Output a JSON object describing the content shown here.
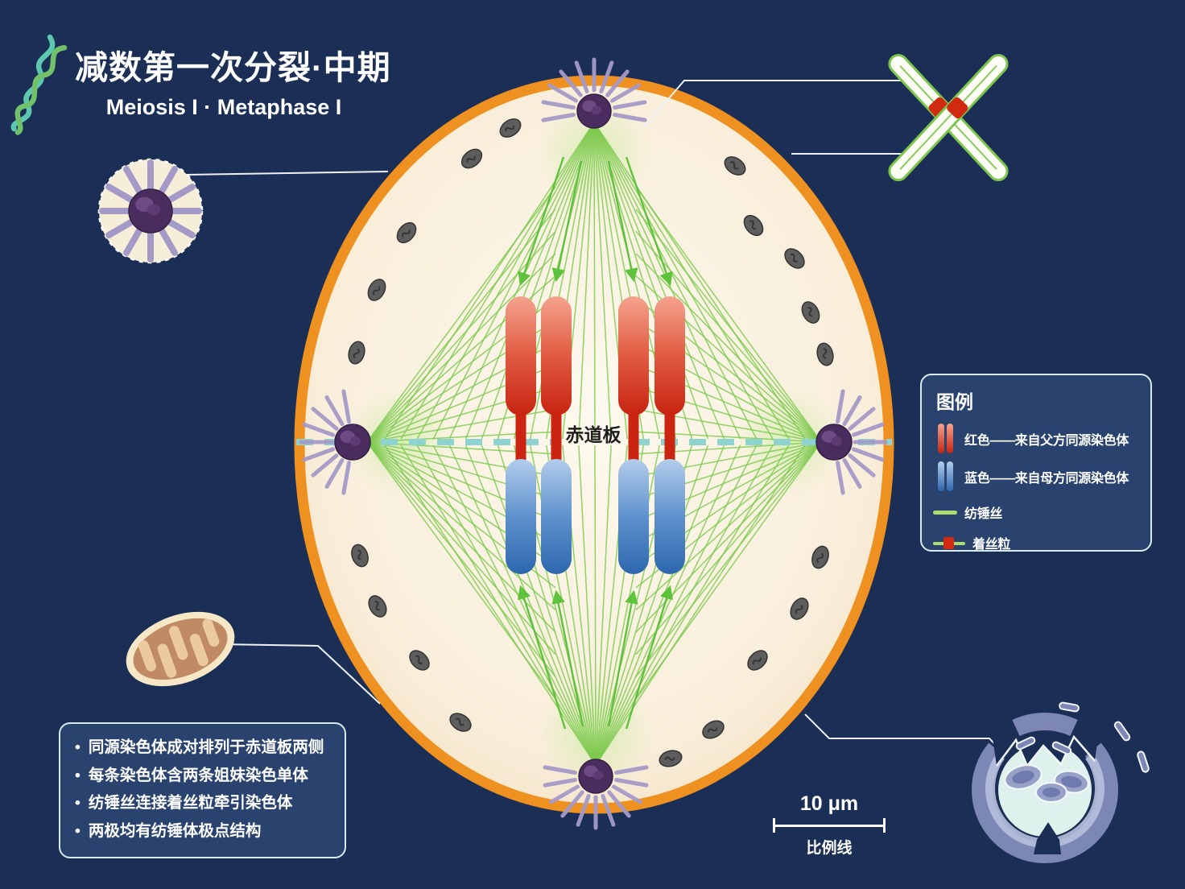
{
  "title": {
    "zh": "减数第一次分裂·中期",
    "en": "Meiosis I · Metaphase I"
  },
  "cell": {
    "equatorial_plate_label": "赤道板"
  },
  "legend": {
    "title": "图例",
    "items": [
      {
        "name": "paternal-chromosome",
        "label": "红色——来自父方同源染色体",
        "color": "#c72310"
      },
      {
        "name": "maternal-chromosome",
        "label": "蓝色——来自母方同源染色体",
        "color": "#2d67ae"
      },
      {
        "name": "spindle-fiber",
        "label": "纺锤丝",
        "color": "#abdc6e"
      },
      {
        "name": "centromere",
        "label": "着丝粒",
        "color": "#d22a10"
      }
    ]
  },
  "notes": {
    "items": [
      "同源染色体成对排列于赤道板两侧",
      "每条染色体含两条姐妹染色单体",
      "纺锤丝连接着丝粒牵引染色体",
      "两极均有纺锤体极点结构"
    ]
  },
  "scale_bar": {
    "value": "10 μm",
    "caption": "比例线"
  },
  "colors": {
    "background": "#1b2e55",
    "membrane": "#ef9120",
    "cytoplasm": "#faf2df",
    "spindle": "#7dc94e",
    "plate_line": "#8ed3d0",
    "pole": "#4a2c5e",
    "paternal": "#c72310",
    "maternal": "#2d67ae"
  }
}
